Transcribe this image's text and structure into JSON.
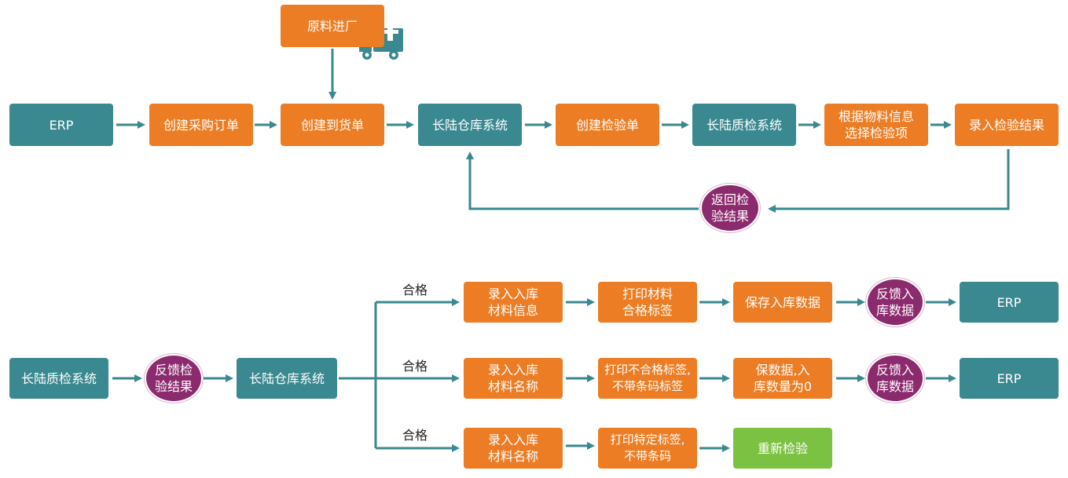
{
  "colors": {
    "teal": "#3a8890",
    "orange": "#ec7d24",
    "green": "#7bc142",
    "purple": "#8c2a6e",
    "arrow": "#3a8890"
  },
  "top_flow": {
    "raw_material": "原料进厂",
    "erp": "ERP",
    "create_po": "创建采购订单",
    "create_arrival": "创建到货单",
    "warehouse_system": "长陆仓库系统",
    "create_inspection": "创建检验单",
    "quality_system": "长陆质检系统",
    "select_items": "根据物料信息\n选择检验项",
    "enter_results": "录入检验结果",
    "return_results": "返回检\n验结果"
  },
  "bottom_flow": {
    "quality_system": "长陆质检系统",
    "feedback_results": "反馈检\n验结果",
    "warehouse_system": "长陆仓库系统",
    "branches": [
      {
        "condition": "合格",
        "step1": "录入入库\n材料信息",
        "step2": "打印材料\n合格标签",
        "step3": "保存入库数据",
        "feedback": "反馈入\n库数据",
        "end": "ERP"
      },
      {
        "condition": "合格",
        "step1": "录入入库\n材料名称",
        "step2": "打印不合格标签,\n不带条码标签",
        "step3": "保数据,入\n库数量为0",
        "feedback": "反馈入\n库数据",
        "end": "ERP"
      },
      {
        "condition": "合格",
        "step1": "录入入库\n材料名称",
        "step2": "打印特定标签,\n不带条码",
        "step3": "重新检验"
      }
    ]
  },
  "icons": {
    "truck": "delivery-truck-icon"
  }
}
